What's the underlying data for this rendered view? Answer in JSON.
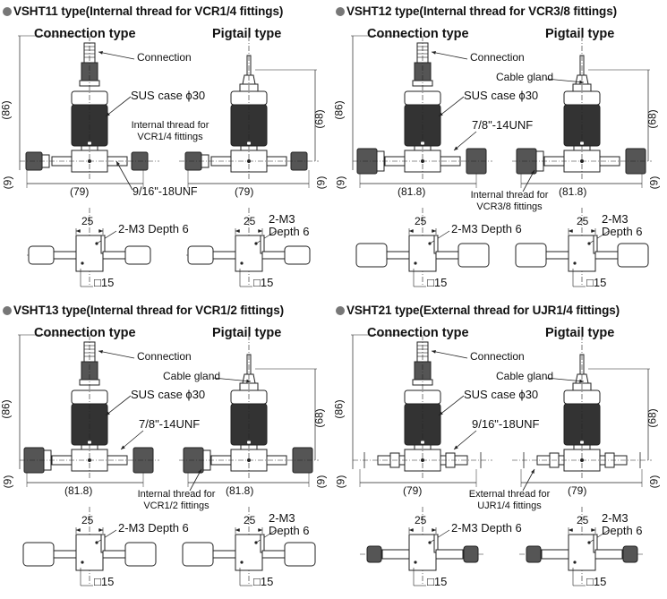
{
  "panels": [
    {
      "title": "VSHT11 type(Internal thread for VCR1/4 fittings)",
      "connection_label": "Connection type",
      "pigtail_label": "Pigtail type",
      "connection": "Connection",
      "cable_gland": "",
      "sus_case": "SUS case ϕ30",
      "thread_a": "Internal thread for VCR1/4 fittings",
      "thread_b": "9/16\"-18UNF",
      "dim_86": "(86)",
      "dim_68": "(68)",
      "dim_9a": "(9)",
      "dim_9b": "(9)",
      "dim_w1": "(79)",
      "dim_w2": "(79)",
      "dim_25a": "25",
      "dim_25b": "25",
      "m3_a": "2-M3 Depth 6",
      "m3_b1": "2-M3",
      "m3_b2": "Depth 6",
      "sq_a": "□15",
      "sq_b": "□15"
    },
    {
      "title": "VSHT12 type(Internal thread for VCR3/8 fittings)",
      "connection_label": "Connection type",
      "pigtail_label": "Pigtail type",
      "connection": "Connection",
      "cable_gland": "Cable gland",
      "sus_case": "SUS case ϕ30",
      "thread_a": "7/8\"-14UNF",
      "thread_b": "Internal thread for VCR3/8 fittings",
      "dim_86": "(86)",
      "dim_68": "(68)",
      "dim_9a": "(9)",
      "dim_9b": "(9)",
      "dim_w1": "(81.8)",
      "dim_w2": "(81.8)",
      "dim_25a": "25",
      "dim_25b": "25",
      "m3_a": "2-M3 Depth 6",
      "m3_b1": "2-M3",
      "m3_b2": "Depth 6",
      "sq_a": "□15",
      "sq_b": "□15"
    },
    {
      "title": "VSHT13 type(Internal thread for VCR1/2 fittings)",
      "connection_label": "Connection type",
      "pigtail_label": "Pigtail type",
      "connection": "Connection",
      "cable_gland": "Cable gland",
      "sus_case": "SUS case ϕ30",
      "thread_a": "7/8\"-14UNF",
      "thread_b": "Internal thread for VCR1/2 fittings",
      "dim_86": "(86)",
      "dim_68": "(68)",
      "dim_9a": "(9)",
      "dim_9b": "(9)",
      "dim_w1": "(81.8)",
      "dim_w2": "(81.8)",
      "dim_25a": "25",
      "dim_25b": "25",
      "m3_a": "2-M3 Depth 6",
      "m3_b1": "2-M3",
      "m3_b2": "Depth 6",
      "sq_a": "□15",
      "sq_b": "□15"
    },
    {
      "title": "VSHT21 type(External thread for UJR1/4 fittings)",
      "connection_label": "Connection type",
      "pigtail_label": "Pigtail type",
      "connection": "Connection",
      "cable_gland": "Cable gland",
      "sus_case": "SUS case ϕ30",
      "thread_a": "9/16\"-18UNF",
      "thread_b": "External thread for UJR1/4 fittings",
      "dim_86": "(86)",
      "dim_68": "(68)",
      "dim_9a": "(9)",
      "dim_9b": "(9)",
      "dim_w1": "(79)",
      "dim_w2": "(79)",
      "dim_25a": "25",
      "dim_25b": "25",
      "m3_a": "2-M3 Depth 6",
      "m3_b1": "2-M3",
      "m3_b2": "Depth 6",
      "sq_a": "□15",
      "sq_b": "□15"
    }
  ],
  "colors": {
    "line": "#222",
    "body": "#333",
    "thread": "#555",
    "bullet": "#777"
  }
}
